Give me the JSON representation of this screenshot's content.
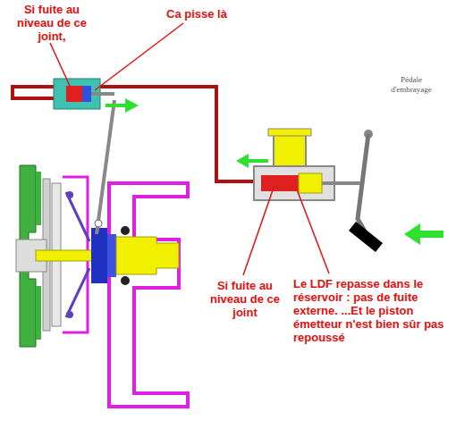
{
  "diagram": {
    "labels": [
      "Si fuite au niveau de ce joint,",
      "Ca pisse là",
      "Pédale d'embrayage",
      "Si fuite au niveau de ce joint",
      "Le LDF repasse dans le réservoir : pas de fuite externe. ...Et le piston émetteur n'est bien sûr pas repoussé"
    ]
  }
}
